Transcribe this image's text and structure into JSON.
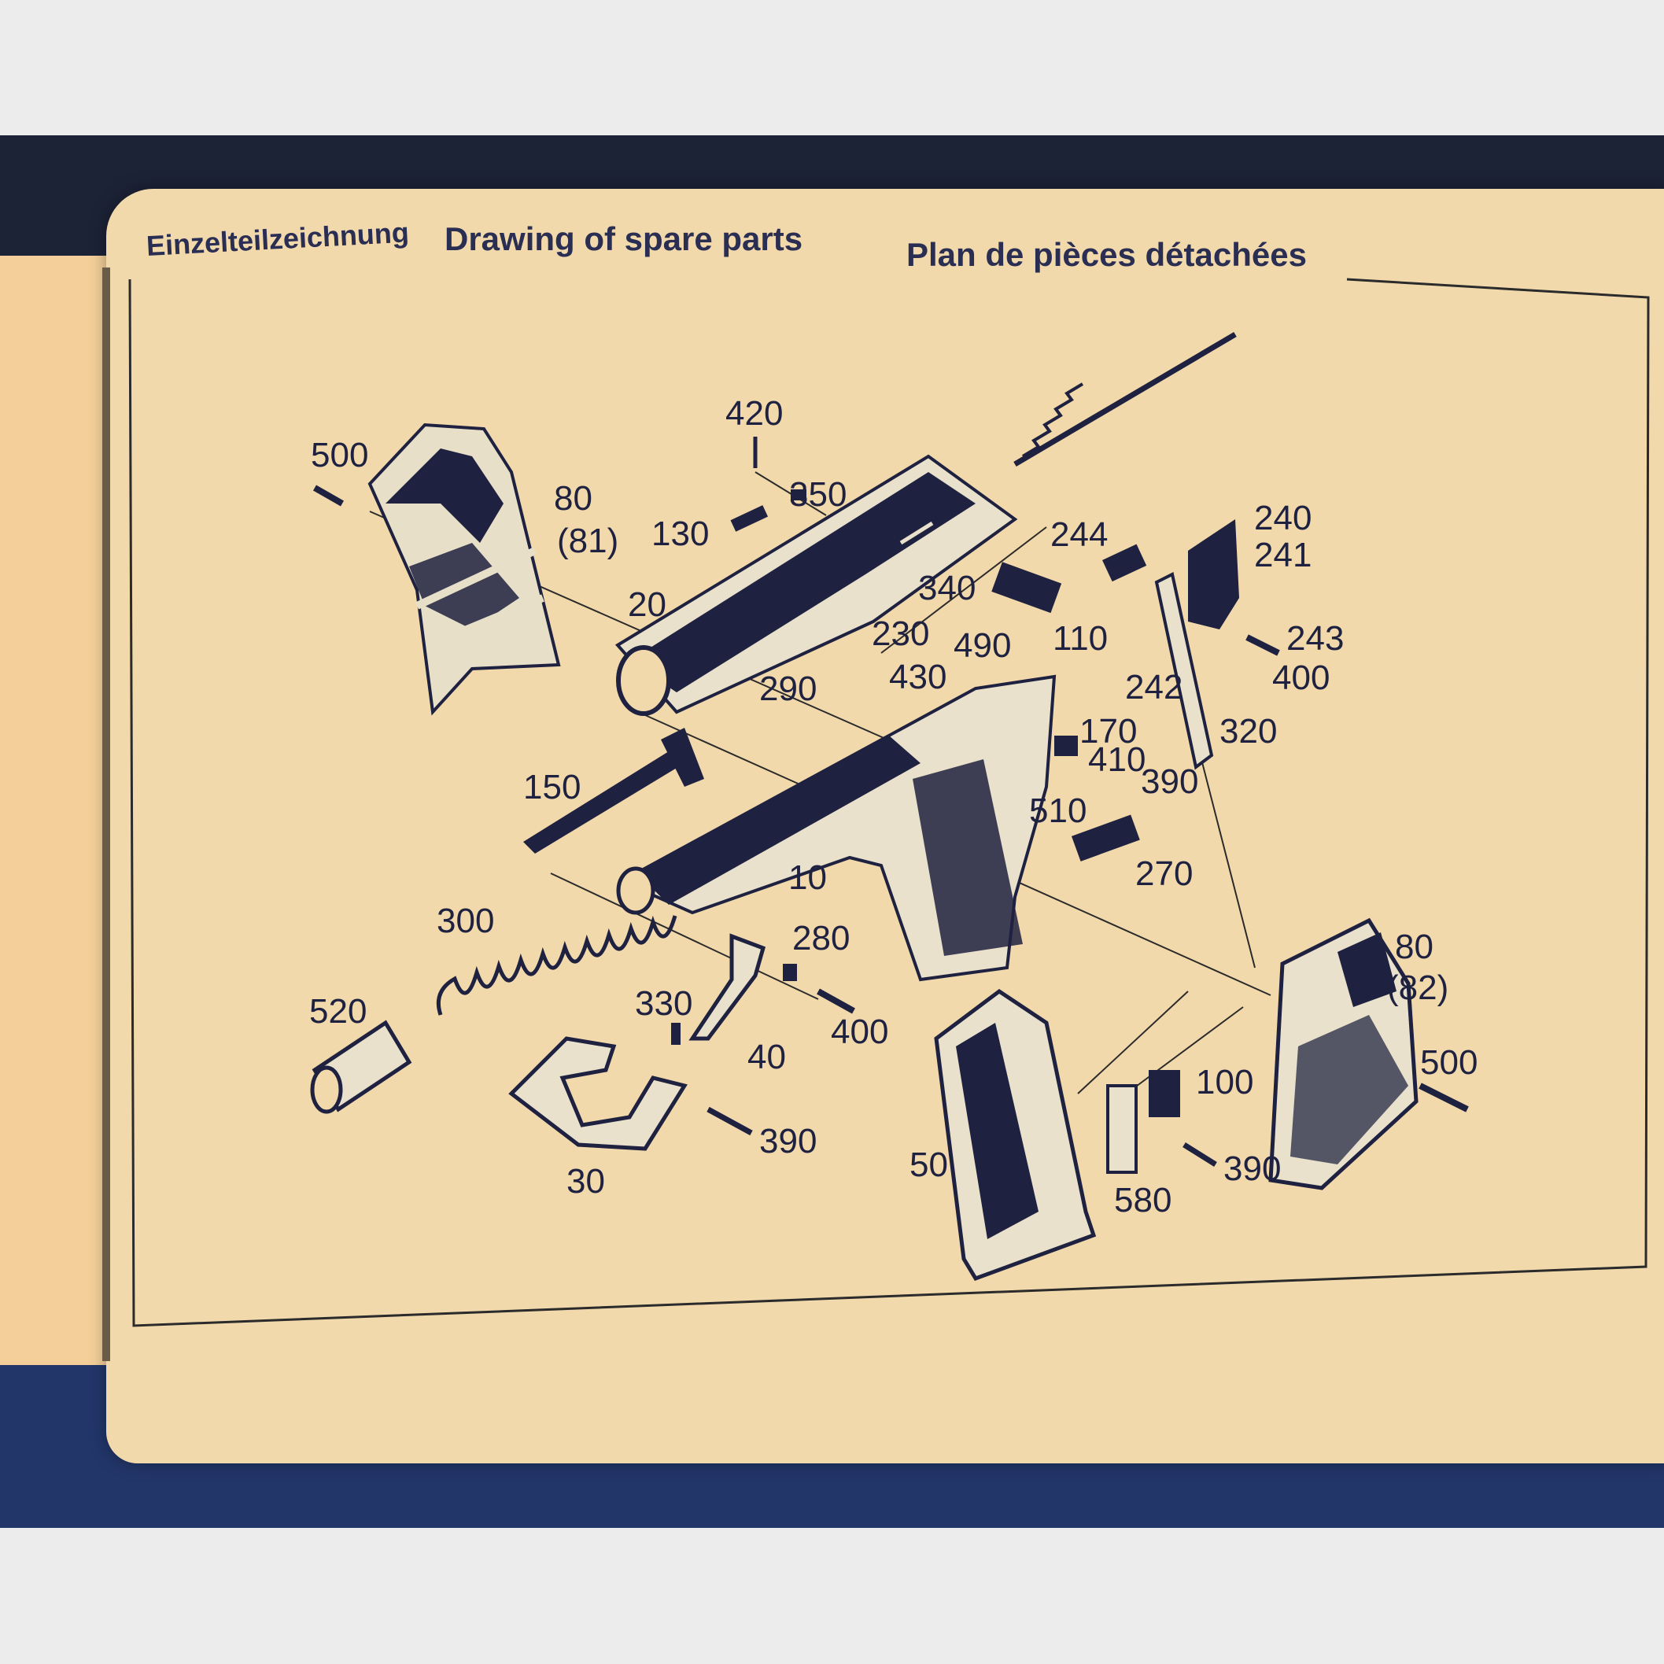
{
  "header": {
    "german": "Einzelteilzeichnung",
    "english": "Drawing of spare parts",
    "french": "Plan de pièces détachées"
  },
  "callouts": {
    "c500a": "500",
    "c80a": "80",
    "c81": "(81)",
    "c420": "420",
    "c350": "350",
    "c130": "130",
    "c20": "20",
    "c244": "244",
    "c240": "240",
    "c241": "241",
    "c340": "340",
    "c230": "230",
    "c490": "490",
    "c110": "110",
    "c243": "243",
    "c400a": "400",
    "c290": "290",
    "c430": "430",
    "c242": "242",
    "c170": "170",
    "c320": "320",
    "c410": "410",
    "c150": "150",
    "c390a": "390",
    "c510": "510",
    "c270": "270",
    "c10": "10",
    "c300": "300",
    "c280": "280",
    "c80b": "80",
    "c82": "(82)",
    "c520": "520",
    "c330": "330",
    "c400b": "400",
    "c40": "40",
    "c500b": "500",
    "c100": "100",
    "c390b": "390",
    "c390c": "390",
    "c50": "50",
    "c30": "30",
    "c580": "580"
  },
  "colors": {
    "page": "#f2d9ab",
    "ink": "#1e2140",
    "header_ink": "#2a2e52",
    "fabric": "#23366a"
  }
}
